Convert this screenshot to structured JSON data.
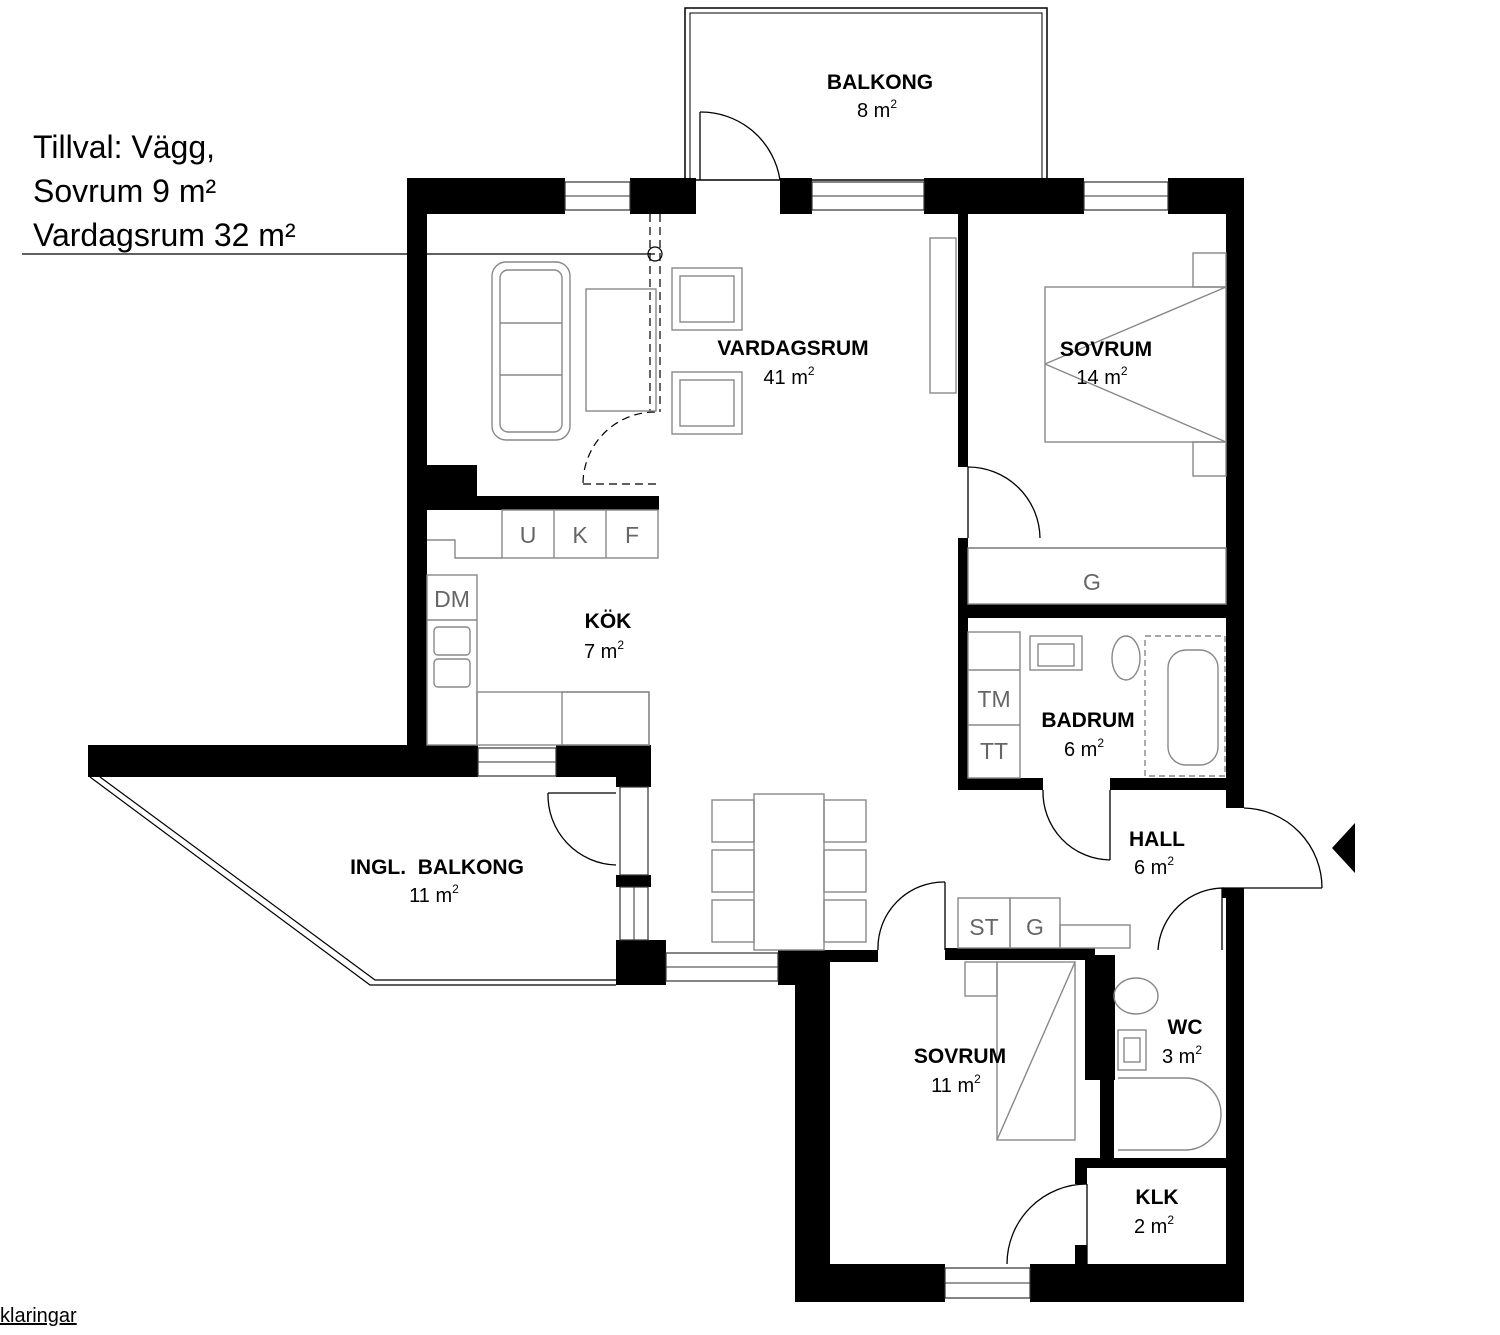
{
  "note": {
    "line1": "Tillval: Vägg,",
    "line2": "Sovrum 9 m²",
    "line3": "Vardagsrum 32 m²"
  },
  "legend_link": "klaringar",
  "rooms": {
    "balkong": {
      "name": "BALKONG",
      "area": "8 m",
      "unit_sup": "2"
    },
    "vardagsrum": {
      "name": "VARDAGSRUM",
      "area": "41 m",
      "unit_sup": "2"
    },
    "sovrum1": {
      "name": "SOVRUM",
      "area": "14 m",
      "unit_sup": "2"
    },
    "kok": {
      "name": "KÖK",
      "area": "7 m",
      "unit_sup": "2"
    },
    "badrum": {
      "name": "BADRUM",
      "area": "6 m",
      "unit_sup": "2"
    },
    "hall": {
      "name": "HALL",
      "area": "6 m",
      "unit_sup": "2"
    },
    "ingl_balkong": {
      "name": "INGL.  BALKONG",
      "area": "11 m",
      "unit_sup": "2"
    },
    "sovrum2": {
      "name": "SOVRUM",
      "area": "11 m",
      "unit_sup": "2"
    },
    "wc": {
      "name": "WC",
      "area": "3 m",
      "unit_sup": "2"
    },
    "klk": {
      "name": "KLK",
      "area": "2 m",
      "unit_sup": "2"
    }
  },
  "fixtures": {
    "u": "U",
    "k": "K",
    "f": "F",
    "dm": "DM",
    "g1": "G",
    "tm": "TM",
    "tt": "TT",
    "st": "ST",
    "g2": "G"
  }
}
